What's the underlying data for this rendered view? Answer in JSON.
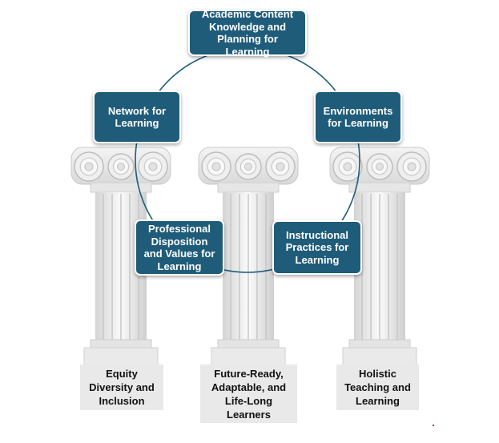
{
  "diagram": {
    "accent_color": "#1f5c7a",
    "pillar_color": "#eeeeee",
    "nodes": {
      "academic": "Academic Content Knowledge and Planning for Learning",
      "network": "Network for Learning",
      "environments": "Environments for Learning",
      "professional": "Professional Disposition and Values for Learning",
      "instructional": "Instructional Practices for Learning"
    },
    "pillars": {
      "left": "Equity Diversity and Inclusion",
      "center": "Future-Ready, Adaptable, and Life-Long Learners",
      "right": "Holistic Teaching and Learning"
    }
  }
}
